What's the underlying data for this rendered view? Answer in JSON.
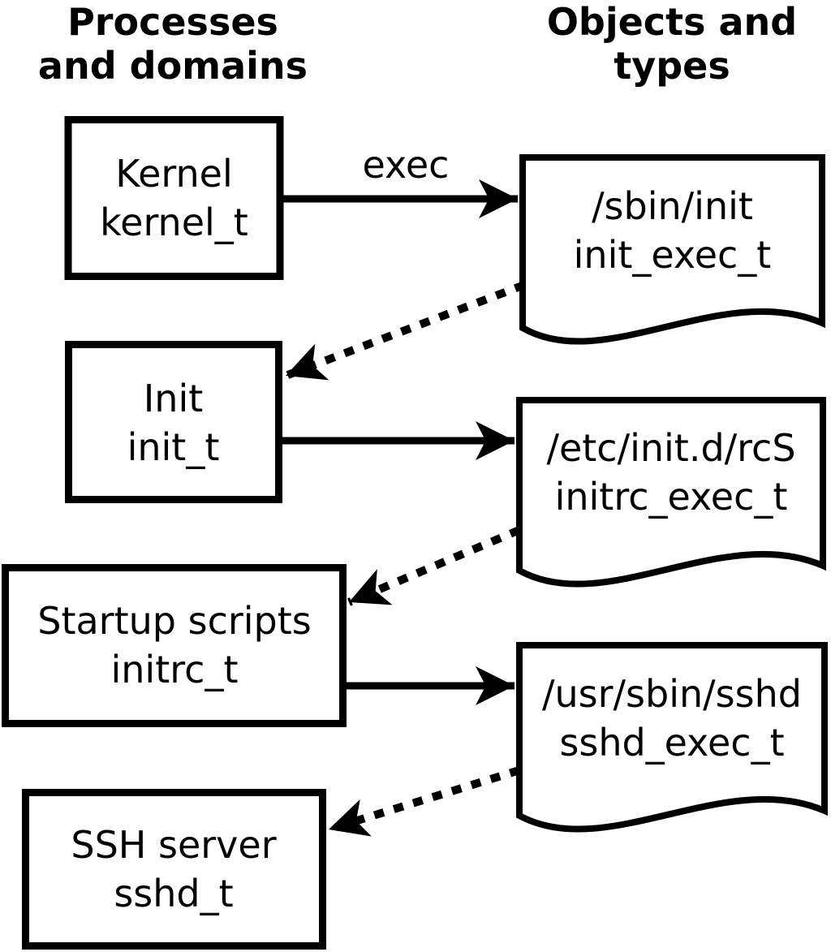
{
  "canvas": {
    "background_color": "#ffffff",
    "ink_color": "#000000"
  },
  "headers": {
    "left": {
      "line1": "Processes",
      "line2": "and domains"
    },
    "right": {
      "line1": "Objects and",
      "line2": "types"
    }
  },
  "process_nodes": [
    {
      "id": "kernel",
      "label": "Kernel",
      "type": "kernel_t"
    },
    {
      "id": "init",
      "label": "Init",
      "type": "init_t"
    },
    {
      "id": "startup-scripts",
      "label": "Startup scripts",
      "type": "initrc_t"
    },
    {
      "id": "ssh-server",
      "label": "SSH server",
      "type": "sshd_t"
    }
  ],
  "object_nodes": [
    {
      "id": "sbin-init",
      "path": "/sbin/init",
      "type": "init_exec_t"
    },
    {
      "id": "etc-initd-rcs",
      "path": "/etc/init.d/rcS",
      "type": "initrc_exec_t"
    },
    {
      "id": "usr-sbin-sshd",
      "path": "/usr/sbin/sshd",
      "type": "sshd_exec_t"
    }
  ],
  "edges": [
    {
      "from": "kernel_t",
      "to": "init_exec_t",
      "style": "solid",
      "label": "exec"
    },
    {
      "from": "init_exec_t",
      "to": "init_t",
      "style": "dotted",
      "label": ""
    },
    {
      "from": "init_t",
      "to": "initrc_exec_t",
      "style": "solid",
      "label": ""
    },
    {
      "from": "initrc_exec_t",
      "to": "initrc_t",
      "style": "dotted",
      "label": ""
    },
    {
      "from": "initrc_t",
      "to": "sshd_exec_t",
      "style": "solid",
      "label": ""
    },
    {
      "from": "sshd_exec_t",
      "to": "sshd_t",
      "style": "dotted",
      "label": ""
    }
  ]
}
